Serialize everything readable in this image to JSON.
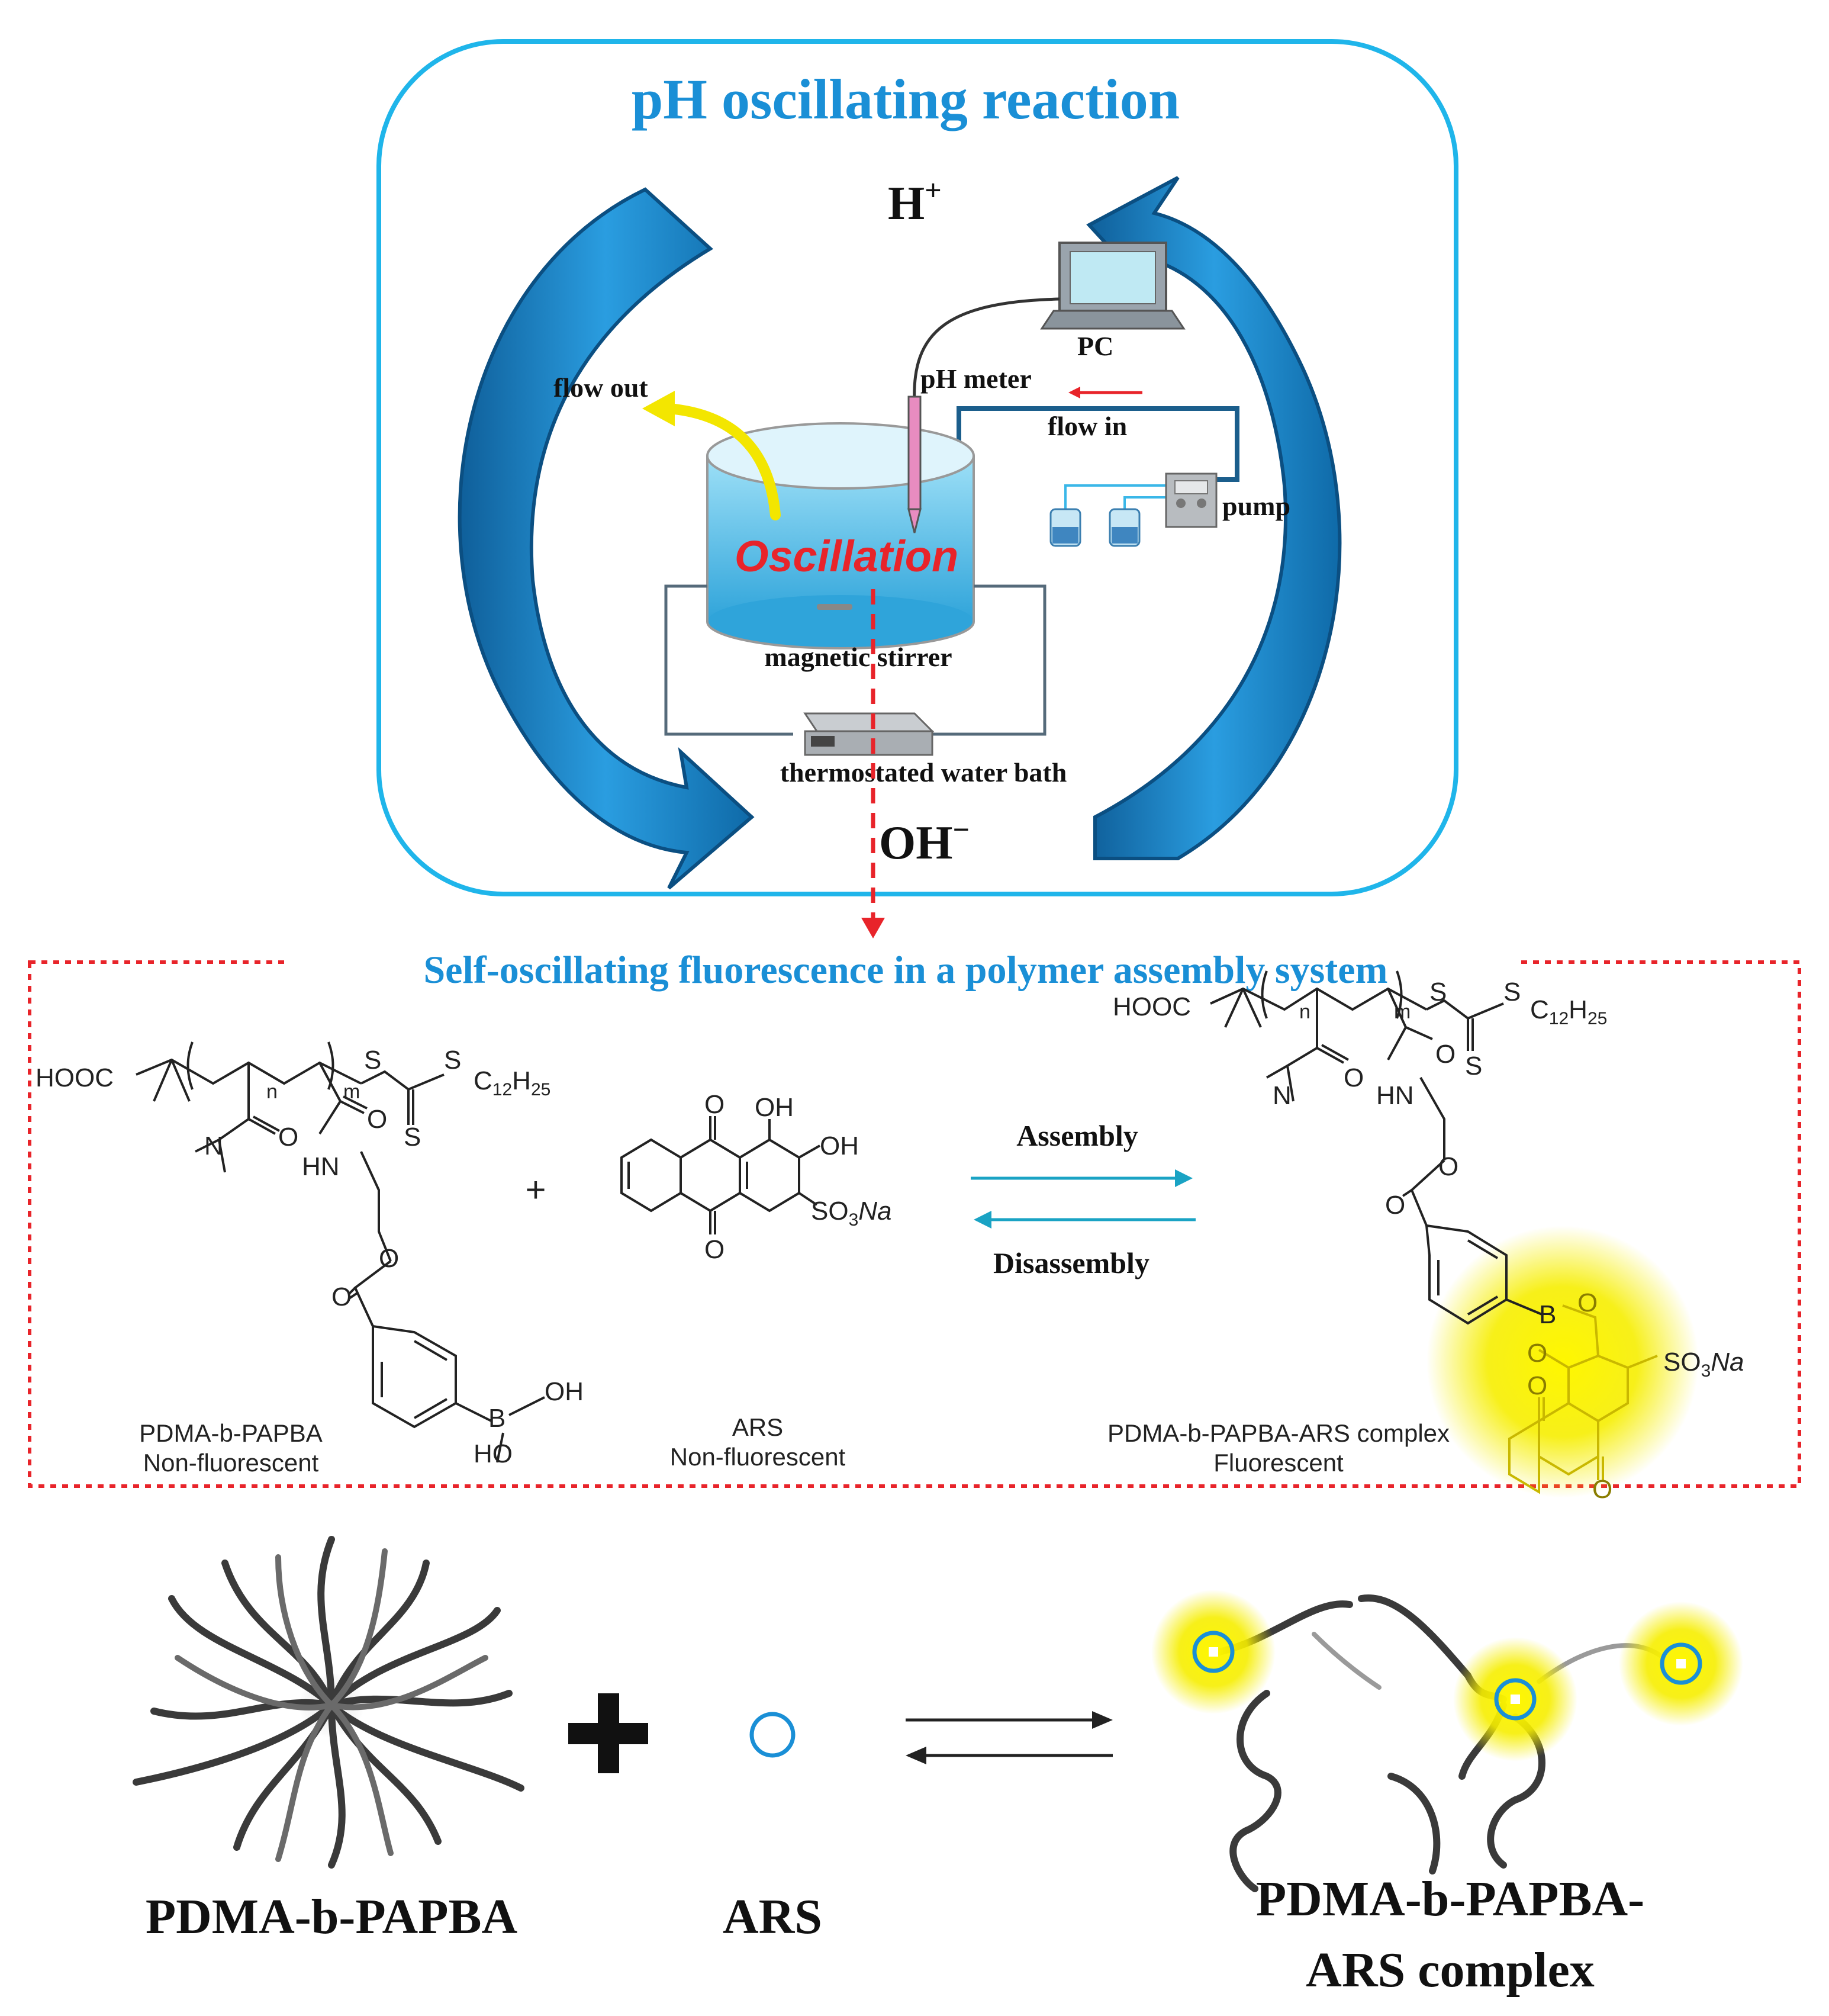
{
  "top_panel": {
    "title": "pH oscillating reaction",
    "h_plus": "H",
    "h_plus_sup": "+",
    "oh_minus": "OH",
    "oh_minus_sup": "−",
    "pc_label": "PC",
    "ph_meter_label": "pH meter",
    "flow_out_label": "flow out",
    "flow_in_label": "flow in",
    "pump_label": "pump",
    "oscillation_label": "Oscillation",
    "stirrer_label": "magnetic stirrer",
    "bath_label": "thermostated water bath"
  },
  "middle_panel": {
    "title": "Self-oscillating fluorescence in a polymer assembly system",
    "plus": "+",
    "assembly_label": "Assembly",
    "disassembly_label": "Disassembly",
    "left_name": "PDMA-b-PAPBA",
    "left_state": "Non-fluorescent",
    "ars_name": "ARS",
    "ars_state": "Non-fluorescent",
    "right_name": "PDMA-b-PAPBA-ARS complex",
    "right_state": "Fluorescent",
    "chem": {
      "hooc": "HOOC",
      "n": "n",
      "m": "m",
      "s": "S",
      "c12h25": "C",
      "c12h25_sub": "12",
      "h25": "H",
      "h25_sub": "25",
      "o": "O",
      "n_atom": "N",
      "hn": "HN",
      "b": "B",
      "oh": "OH",
      "ho": "HO",
      "so3na": "SO",
      "so3na_sub": "3",
      "na": "Na"
    }
  },
  "bottom_panel": {
    "left_label": "PDMA-b-PAPBA",
    "middle_label": "ARS",
    "right_label_line1": "PDMA-b-PAPBA-",
    "right_label_line2": "ARS complex"
  },
  "colors": {
    "panel_border": "#1fb5ea",
    "title_blue": "#1a8fd6",
    "arrow_blue": "#1a7fc0",
    "red": "#e8242a",
    "yellow": "#f5ea00",
    "water": "#5bc4ea"
  }
}
